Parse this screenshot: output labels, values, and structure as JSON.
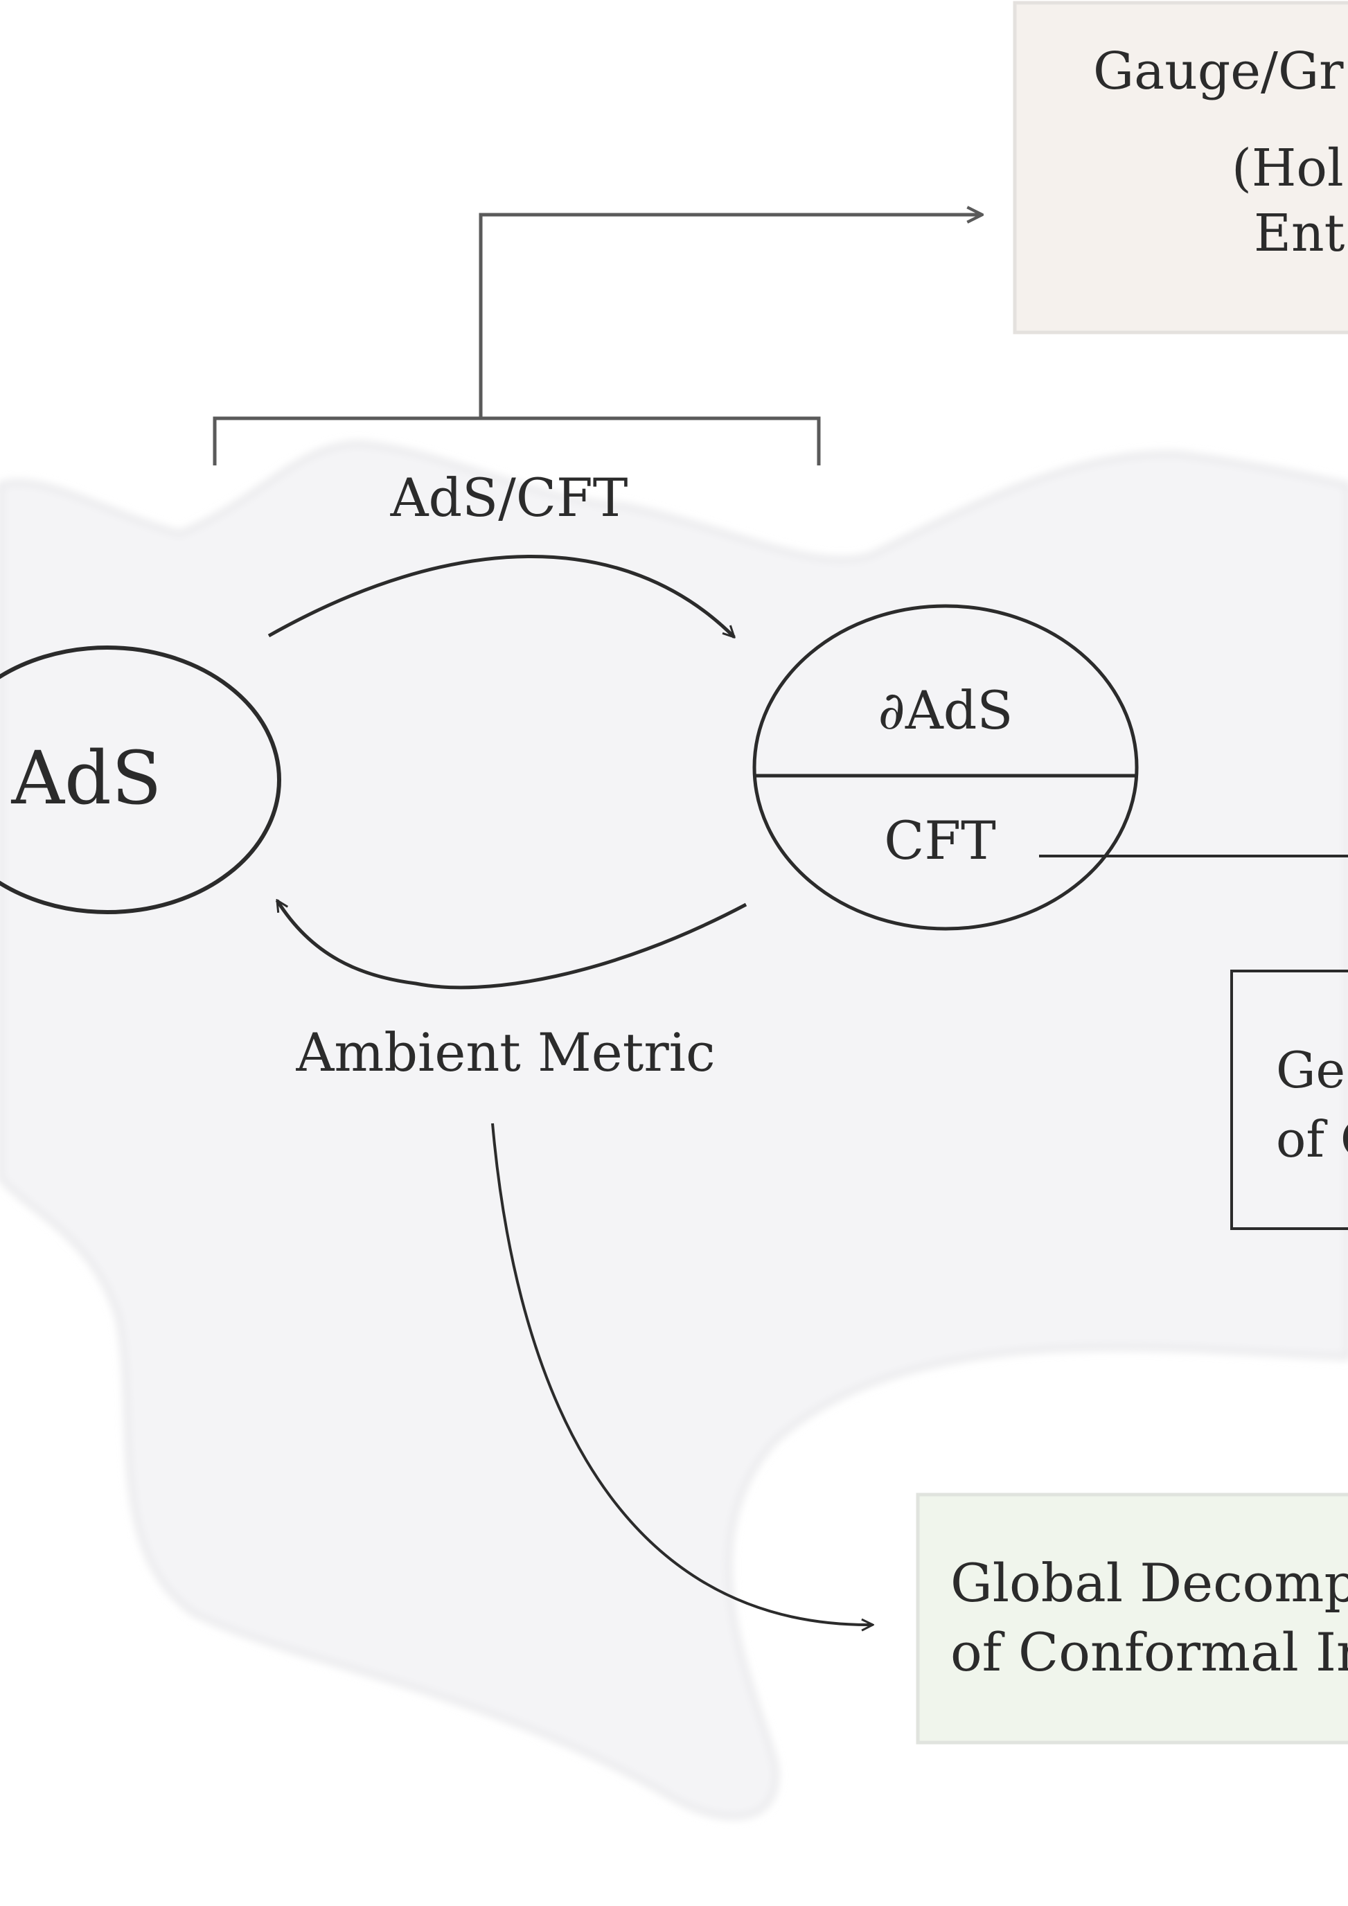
{
  "labels": {
    "gauge_box_line1": "Gauge/Gr",
    "gauge_box_line2": "(Hol",
    "gauge_box_line3": "Ent",
    "ads_cft_label": "AdS/CFT",
    "ads_node": "AdS",
    "boundary_top": "∂AdS",
    "boundary_bottom": "CFT",
    "ambient_label": "Ambient Metric",
    "geo_box_line1": "Ge",
    "geo_box_line2": "of C",
    "global_box_line1": "Global Decompo",
    "global_box_line2": "of Conformal In"
  },
  "colors": {
    "blob_fill": "#f4f4f6",
    "gauge_box_fill": "#f5f1ed",
    "global_box_fill": "#f0f5ec",
    "ink": "#2b2b2b",
    "connector_grey": "#5a5a5a"
  }
}
